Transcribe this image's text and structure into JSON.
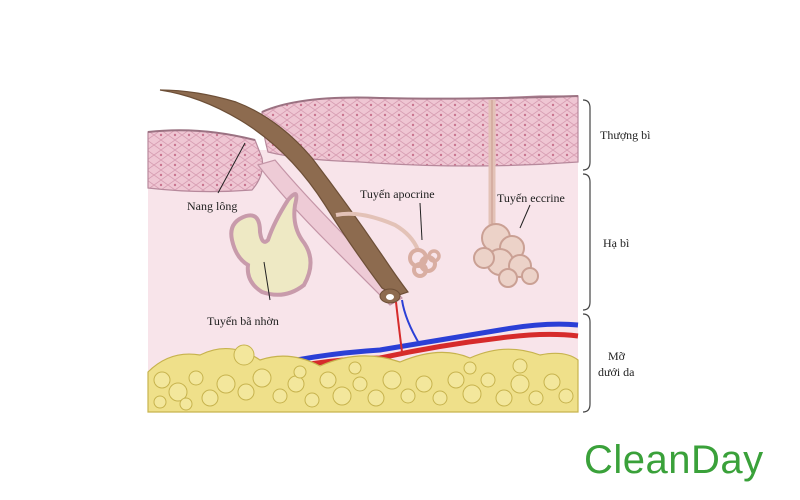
{
  "labels": {
    "nang_long": "Nang lông",
    "tuyen_apocrine": "Tuyến apocrine",
    "tuyen_eccrine": "Tuyến eccrine",
    "tuyen_ba_nhon": "Tuyến bã nhờn",
    "thuong_bi": "Thượng bì",
    "ha_bi": "Hạ bì",
    "mo_line1": "Mỡ",
    "mo_line2": "dưới da"
  },
  "logo": {
    "text": "CleanDay"
  },
  "colors": {
    "epidermis": "#e5b9c9",
    "dermis": "#f8e4ea",
    "fat": "#efe08a",
    "hair": "#8d6b4f",
    "artery": "#d62b2b",
    "vein": "#2b3fd6",
    "gland": "#e8c7bd",
    "sebaceous": "#eee9c4",
    "logo_green": "#3aa13a"
  }
}
